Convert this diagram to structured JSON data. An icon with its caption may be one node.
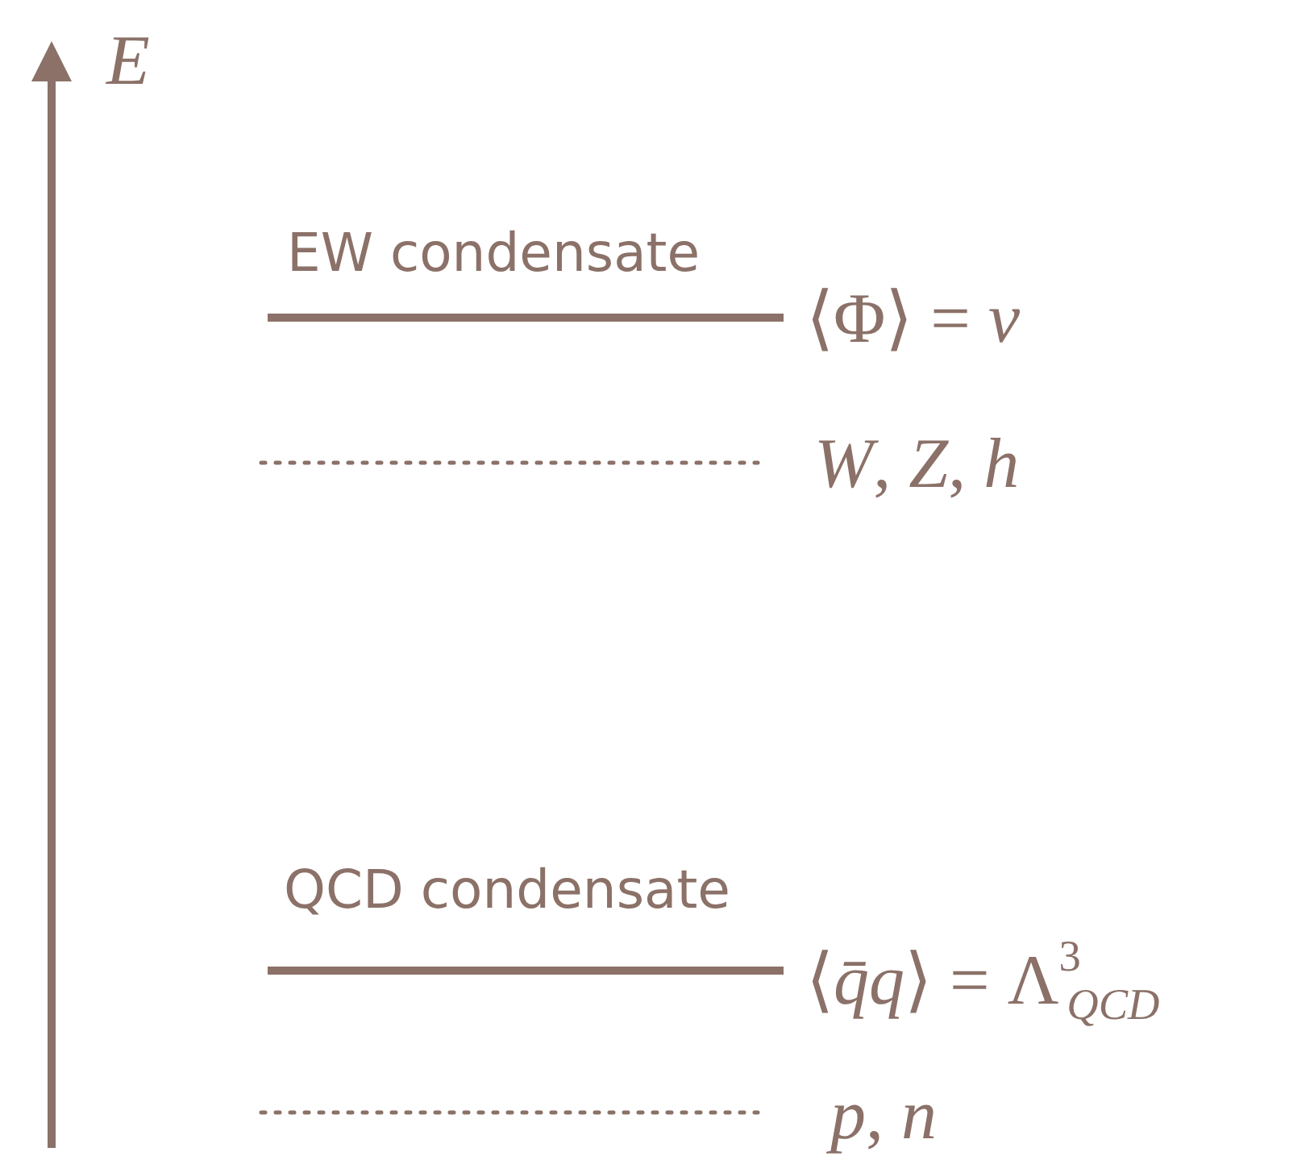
{
  "diagram": {
    "labels": [
      "*E*",
      "EW condensate",
      "⟨Φ⟩ = *v*",
      "*W*, *Z*, *h*",
      "QCD condensate",
      "⟨*q̄q*⟩ = Λ$^{3}$$_{QCD}$",
      "*p*, *n*"
    ]
  }
}
